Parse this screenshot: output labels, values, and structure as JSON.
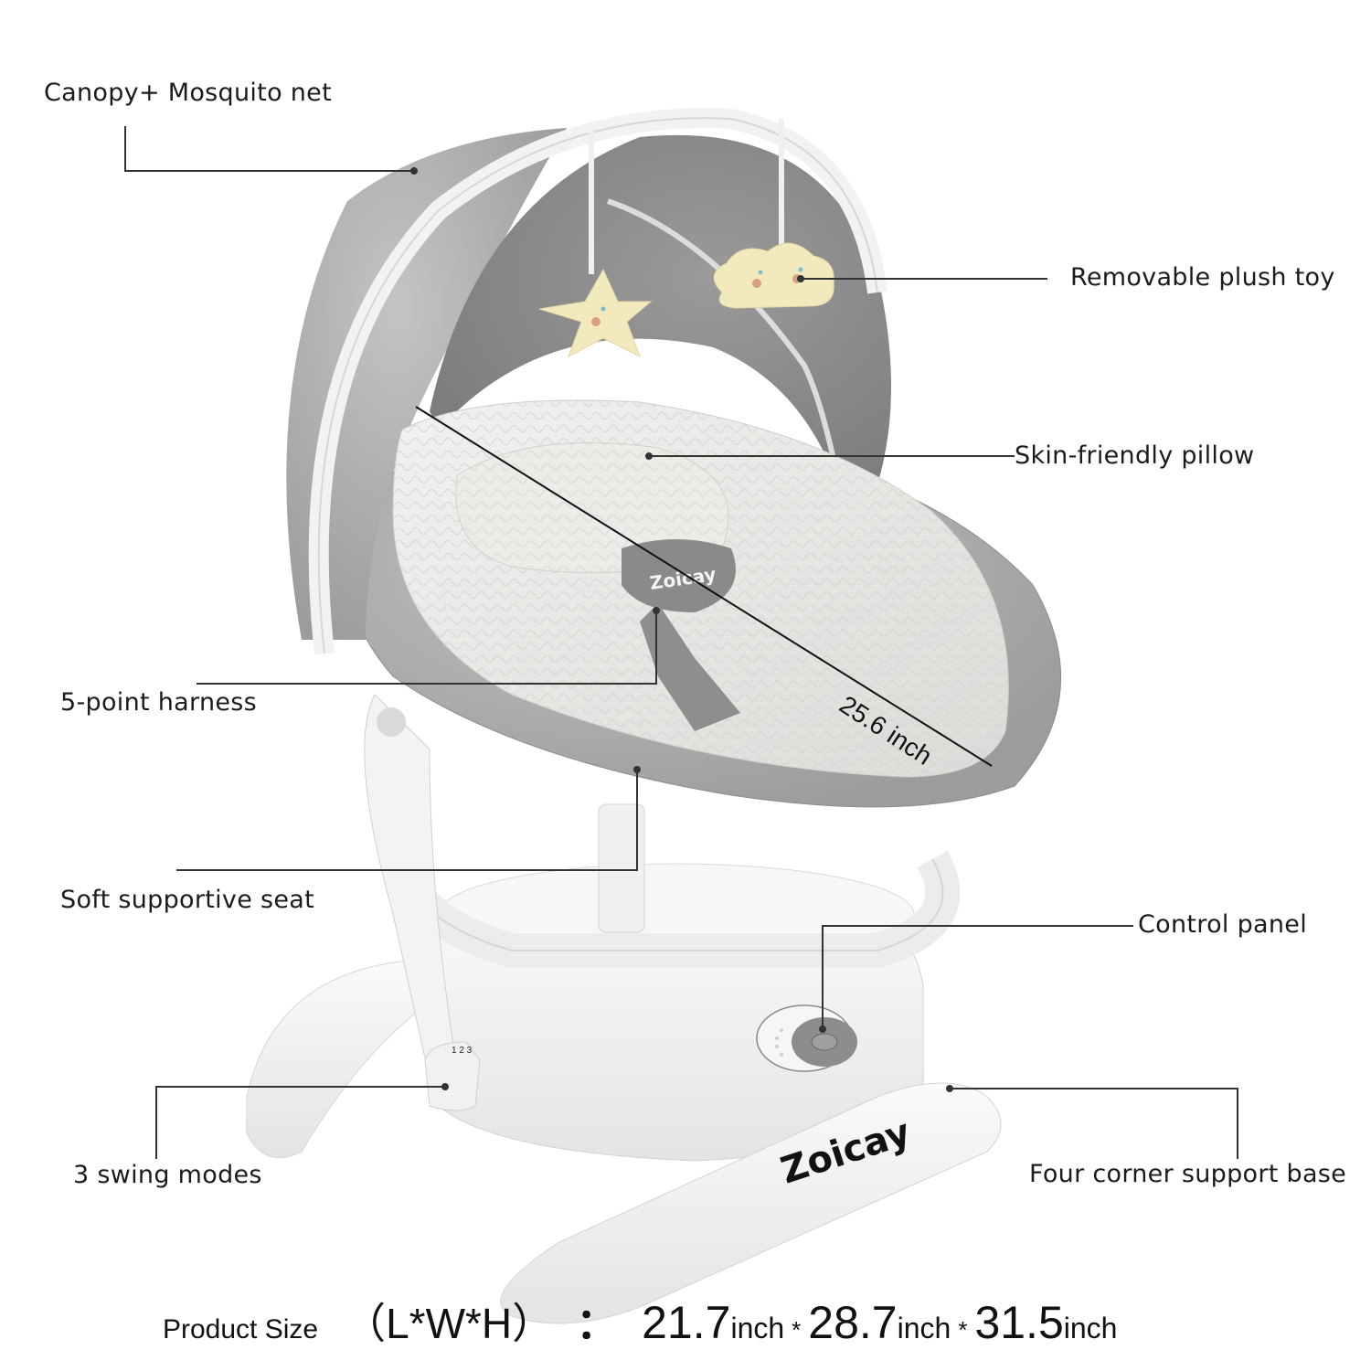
{
  "product": {
    "brand": "Zoicay",
    "seat_strap_logo": "Zoicay",
    "base_logo": "Zoicay",
    "diagonal_dimension": "25.6 inch",
    "swing_mode_numbers": [
      "1",
      "2",
      "3"
    ]
  },
  "callouts": [
    {
      "id": "canopy",
      "label": "Canopy+ Mosquito net"
    },
    {
      "id": "plush_toy",
      "label": "Removable plush toy"
    },
    {
      "id": "pillow",
      "label": "Skin-friendly pillow"
    },
    {
      "id": "harness",
      "label": "5-point harness"
    },
    {
      "id": "seat",
      "label": "Soft supportive seat"
    },
    {
      "id": "control_panel",
      "label": "Control panel"
    },
    {
      "id": "swing_modes",
      "label": "3 swing modes"
    },
    {
      "id": "base",
      "label": "Four corner support base"
    }
  ],
  "control_panel": {
    "buttons": [
      "fan-icon",
      "vibration-icon",
      "timer-icon",
      "music-note-icon",
      "bluetooth-icon",
      "power-icon",
      "white-noise-icon"
    ]
  },
  "product_size": {
    "label": "Product Size",
    "dims_label": "（L*W*H）",
    "colon": "：",
    "separator": "*",
    "unit": "inch",
    "length": "21.7",
    "width": "28.7",
    "height": "31.5"
  },
  "colors": {
    "fabric_gray": "#a9a9a9",
    "canopy_inner": "#8e8e8e",
    "seat_cream": "#ebe9e6",
    "plastic_white": "#f4f4f4",
    "toy_yellow": "#f3e9bf",
    "callout_line": "#333333"
  }
}
